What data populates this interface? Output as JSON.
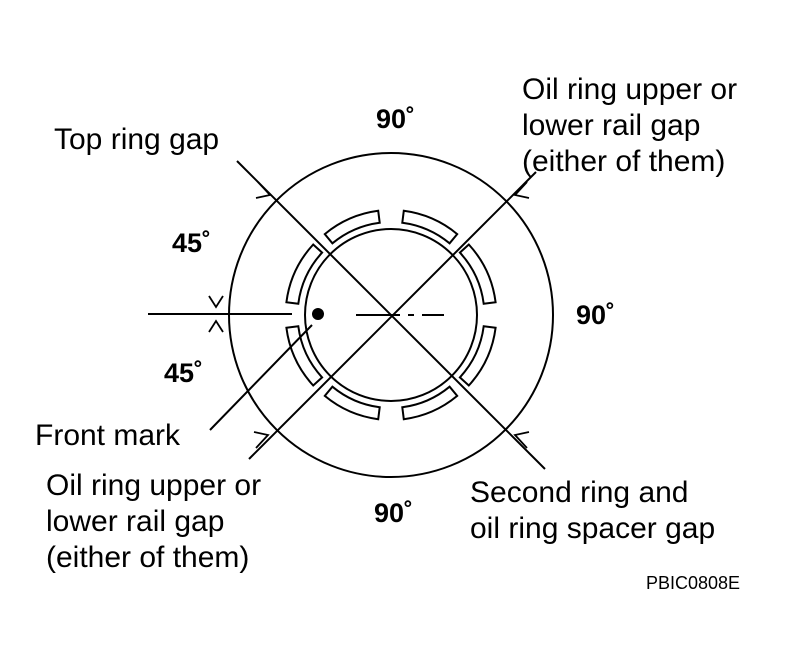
{
  "labels": {
    "top_ring_gap": "Top ring gap",
    "oil_ring_upper_right": [
      "Oil ring upper or",
      "lower rail gap",
      "(either of them)"
    ],
    "oil_ring_lower_left": [
      "Oil ring upper or",
      "lower rail gap",
      "(either of them)"
    ],
    "second_ring": [
      "Second ring and",
      "oil ring spacer gap"
    ],
    "front_mark": "Front mark"
  },
  "angles": {
    "top": "90˚",
    "right": "90˚",
    "bottom": "90˚",
    "left_upper": "45˚",
    "left_lower": "45˚"
  },
  "figure_code": "PBIC0808E"
}
